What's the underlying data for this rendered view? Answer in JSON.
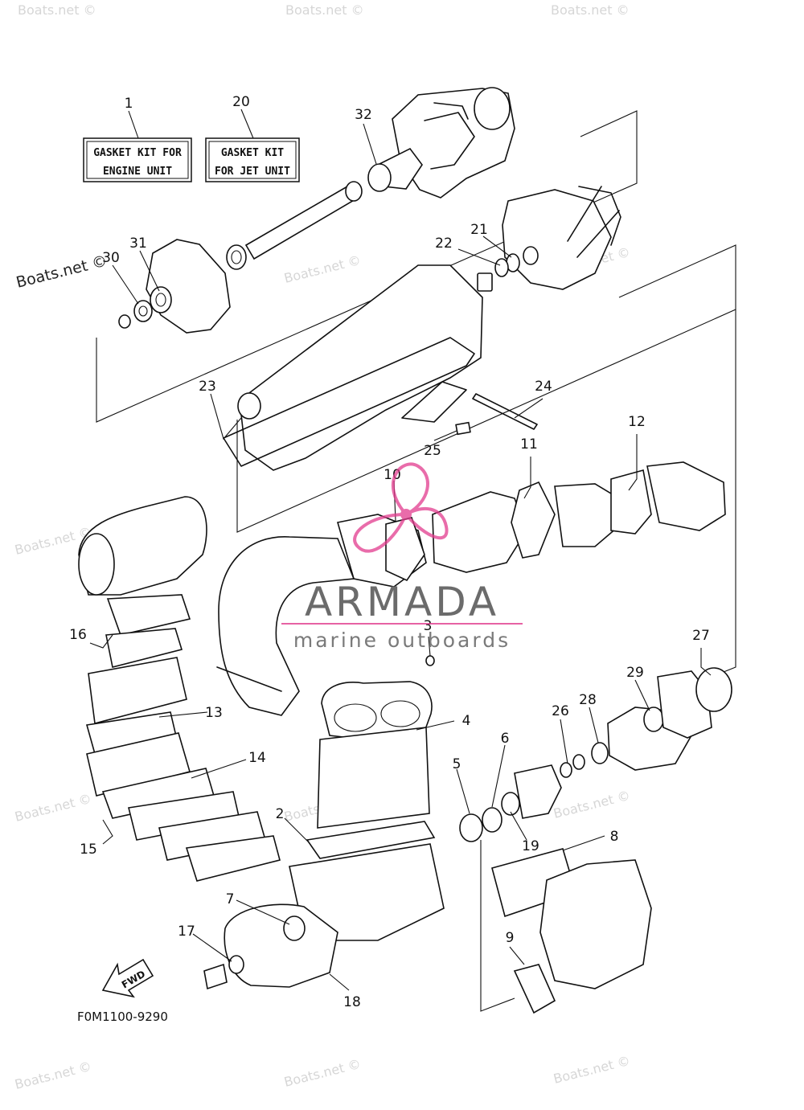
{
  "diagram_code": "F0M1100-9290",
  "kits": [
    {
      "ref": "1",
      "line1": "GASKET KIT FOR",
      "line2": "ENGINE UNIT"
    },
    {
      "ref": "20",
      "line1": "GASKET KIT",
      "line2": "FOR JET UNIT"
    }
  ],
  "callouts": [
    "32",
    "31",
    "30",
    "22",
    "21",
    "23",
    "24",
    "25",
    "12",
    "11",
    "10",
    "16",
    "3",
    "27",
    "29",
    "28",
    "26",
    "13",
    "4",
    "6",
    "14",
    "5",
    "2",
    "19",
    "8",
    "15",
    "7",
    "17",
    "9",
    "18"
  ],
  "direction_label": "FWD",
  "watermark": {
    "text": "Boats.net ©",
    "color": "#d6d6d6"
  },
  "brand": {
    "name": "ARMADA",
    "tagline": "marine outboards",
    "accent": "#e23c8e",
    "text_color": "#6b6b6b"
  }
}
